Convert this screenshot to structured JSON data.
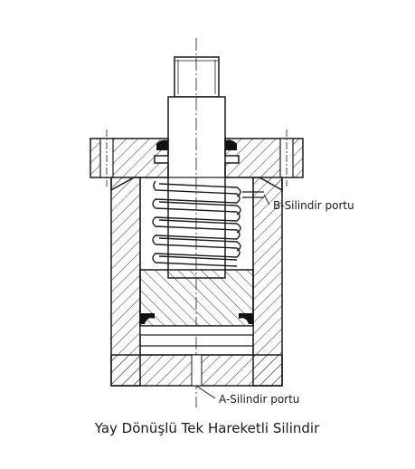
{
  "labels": {
    "port_b": "B-Silindir portu",
    "port_a": "A-Silindir portu"
  },
  "caption": "Yay Dönüşlü Tek Hareketli Silindir",
  "colors": {
    "line": "#1a1a1a",
    "hatch": "#333333",
    "background": "#ffffff"
  }
}
